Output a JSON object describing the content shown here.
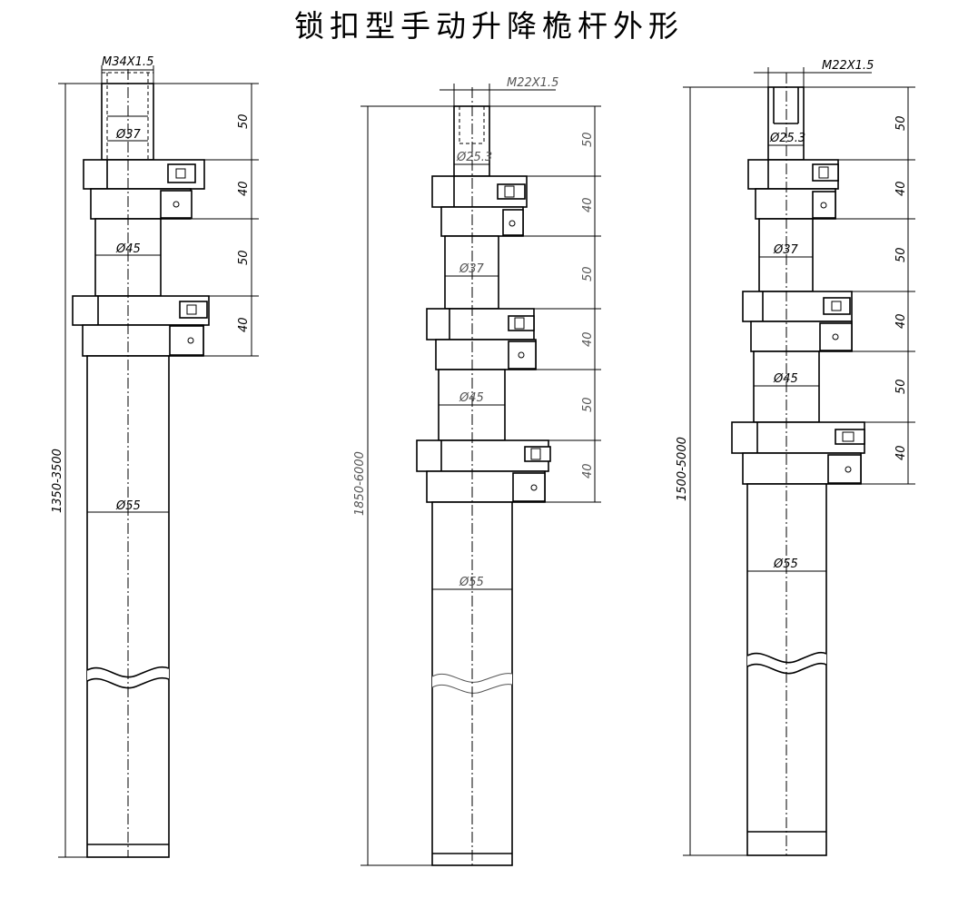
{
  "title": "锁扣型手动升降桅杆外形",
  "masts": [
    {
      "thread": "M34X1.5",
      "total_height": "1350-3500",
      "diameters": [
        "Ø37",
        "Ø45",
        "Ø55"
      ],
      "section_heights": [
        "50",
        "40",
        "50",
        "40"
      ]
    },
    {
      "thread": "M22X1.5",
      "total_height": "1850-6000",
      "diameters": [
        "Ø25.3",
        "Ø37",
        "Ø45",
        "Ø55"
      ],
      "section_heights": [
        "50",
        "40",
        "50",
        "40",
        "50",
        "40"
      ]
    },
    {
      "thread": "M22X1.5",
      "total_height": "1500-5000",
      "diameters": [
        "Ø25.3",
        "Ø37",
        "Ø45",
        "Ø55"
      ],
      "section_heights": [
        "50",
        "40",
        "50",
        "40",
        "50",
        "40"
      ]
    }
  ]
}
